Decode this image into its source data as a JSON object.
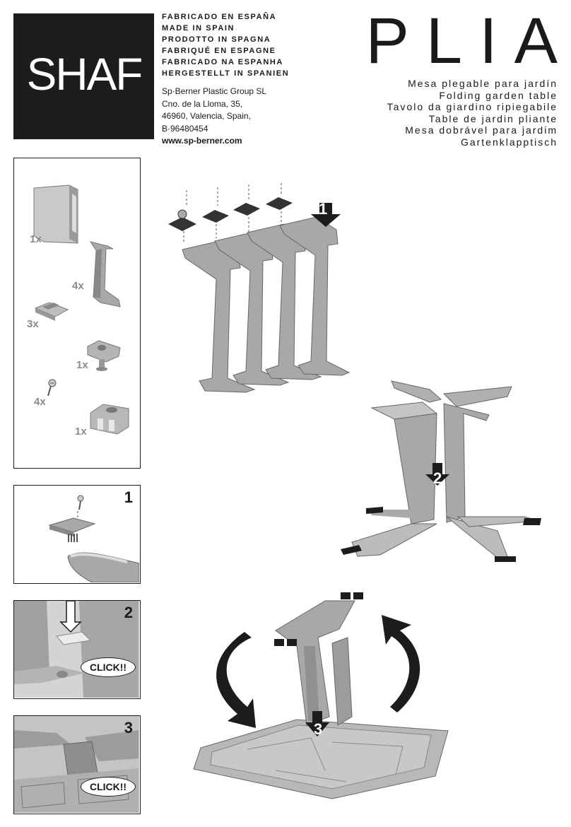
{
  "brand": {
    "logo_text": "SHAF"
  },
  "origin_lines": [
    "FABRICADO EN ESPAÑA",
    "MADE IN SPAIN",
    "PRODOTTO IN SPAGNA",
    "FABRIQUÉ EN ESPAGNE",
    "FABRICADO NA ESPANHA",
    "HERGESTELLT IN SPANIEN"
  ],
  "company": {
    "name": "Sp·Berner Plastic Group SL",
    "address1": "Cno. de la Lloma, 35,",
    "address2": "46960, Valencia, Spain,",
    "tax_id": "B·96480454",
    "website": "www.sp-berner.com"
  },
  "product": {
    "name": "PLIA",
    "descriptions": [
      "Mesa plegable para jardín",
      "Folding garden table",
      "Tavolo da giardino ripiegabile",
      "Table de jardin pliante",
      "Mesa dobrável para jardim",
      "Gartenklapptisch"
    ]
  },
  "parts": [
    {
      "qty": "1x",
      "item": "table-top-folded"
    },
    {
      "qty": "4x",
      "item": "leg"
    },
    {
      "qty": "3x",
      "item": "foot-cap"
    },
    {
      "qty": "1x",
      "item": "connector-clip"
    },
    {
      "qty": "4x",
      "item": "screw"
    },
    {
      "qty": "1x",
      "item": "center-block"
    }
  ],
  "steps": [
    {
      "number": "1"
    },
    {
      "number": "2",
      "callout": "CLICK!!"
    },
    {
      "number": "3",
      "callout": "CLICK!!"
    }
  ],
  "colors": {
    "dark": "#1c1c1c",
    "plastic": "#a6a6a6",
    "plastic_light": "#c9c9c9",
    "plastic_dark": "#7d7d7d"
  }
}
